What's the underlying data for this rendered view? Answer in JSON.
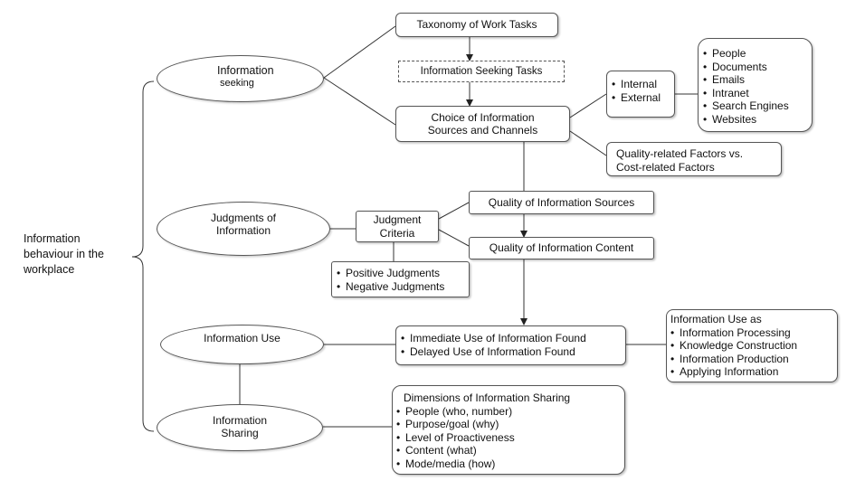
{
  "side_label": [
    "Information",
    "behaviour in the",
    "workplace"
  ],
  "ellipses": {
    "seeking": [
      "Information",
      "seeking"
    ],
    "judgments": [
      "Judgments of",
      "Information"
    ],
    "use": "Information Use",
    "sharing": [
      "Information",
      "Sharing"
    ]
  },
  "boxes": {
    "taxonomy": "Taxonomy of Work Tasks",
    "seeking_tasks": "Information Seeking Tasks",
    "choice": [
      "Choice of Information",
      "Sources and Channels"
    ],
    "int_ext": [
      "Internal",
      "External"
    ],
    "sources": [
      "People",
      "Documents",
      "Emails",
      "Intranet",
      "Search Engines",
      "Websites"
    ],
    "quality_cost": [
      "Quality-related Factors vs.",
      "Cost-related Factors"
    ],
    "criteria": [
      "Judgment",
      "Criteria"
    ],
    "quality_sources": "Quality of Information Sources",
    "quality_content": "Quality of Information Content",
    "judgments_list": [
      "Positive Judgments",
      "Negative Judgments"
    ],
    "use_found": [
      "Immediate Use of Information Found",
      "Delayed Use of Information Found"
    ],
    "use_as_title": "Information Use as",
    "use_as": [
      "Information Processing",
      "Knowledge Construction",
      "Information Production",
      "Applying Information"
    ],
    "sharing_title": "Dimensions of Information Sharing",
    "sharing_dims": [
      "People (who, number)",
      "Purpose/goal (why)",
      "Level of Proactiveness",
      "Content (what)",
      "Mode/media (how)"
    ]
  }
}
